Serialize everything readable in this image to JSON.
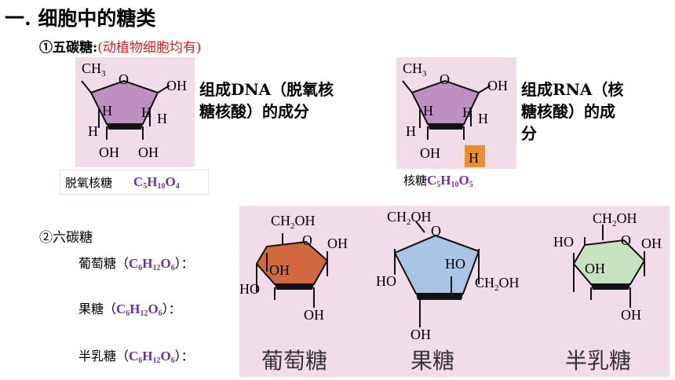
{
  "heading": "一. 细胞中的糖类",
  "pentose": {
    "label": "①五碳糖:",
    "note": "(动植物细胞均有)",
    "deoxyribose": {
      "desc": "组成DNA（脱氧核糖核酸）的成分",
      "desc_line1": "组成DNA（脱氧核",
      "desc_line2": "糖核酸）的成分",
      "name": "脱氧核糖",
      "formula": {
        "c": "C",
        "c_n": "5",
        "h": "H",
        "h_n": "10",
        "o": "O",
        "o_n": "4"
      },
      "atoms": {
        "ch3": "CH",
        "ch3_sub": "3",
        "o": "O",
        "oh": "OH",
        "h": "H"
      }
    },
    "ribose": {
      "desc_line1": "组成RNA（核",
      "desc_line2": "糖核酸）的成",
      "desc_line3": "分",
      "name": "核糖",
      "formula": {
        "c": "C",
        "c_n": "5",
        "h": "H",
        "h_n": "10",
        "o": "O",
        "o_n": "5"
      }
    }
  },
  "hexose": {
    "label": "②六碳糖",
    "items": [
      {
        "name": "葡萄糖（",
        "formula": {
          "c": "C",
          "c_n": "6",
          "h": "H",
          "h_n": "12",
          "o": "O",
          "o_n": "6"
        },
        "tail": "）："
      },
      {
        "name": "果糖（",
        "formula": {
          "c": "C",
          "c_n": "6",
          "h": "H",
          "h_n": "12",
          "o": "O",
          "o_n": "6"
        },
        "tail": "）："
      },
      {
        "name": "半乳糖（",
        "formula": {
          "c": "C",
          "c_n": "6",
          "h": "H",
          "h_n": "12",
          "o": "O",
          "o_n": "6"
        },
        "tail": "）："
      }
    ],
    "captions": [
      "葡萄糖",
      "果糖",
      "半乳糖"
    ],
    "atoms": {
      "ch2oh": "CH",
      "ch2oh_2": "2",
      "ch2oh_oh": "OH",
      "o": "O",
      "oh": "OH",
      "ho": "HO"
    }
  },
  "colors": {
    "panel": "#f2dcea",
    "deoxy_fill": "#c08fc2",
    "glucose_fill": "#d2683f",
    "fructose_fill": "#a9c4e4",
    "galactose_fill": "#c6e3bf",
    "highlight": "#e8902f"
  }
}
